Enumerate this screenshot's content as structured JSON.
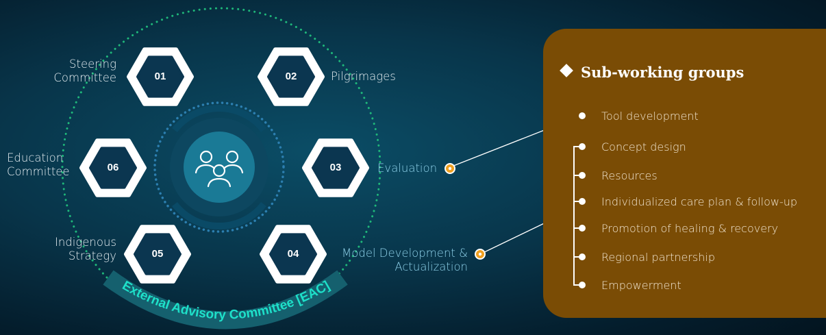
{
  "center_icon": "group-people-icon",
  "committees": [
    {
      "number": "01",
      "label": "Steering\nCommittee"
    },
    {
      "number": "02",
      "label": "Pilgrimages"
    },
    {
      "number": "03",
      "label": "Evaluation"
    },
    {
      "number": "04",
      "label": "Model Development &\nActualization"
    },
    {
      "number": "05",
      "label": "Indigenous\nStrategy"
    },
    {
      "number": "06",
      "label": "Education\nCommittee"
    }
  ],
  "external_committee": "External Advisory Committee [EAC]",
  "sub_working_groups": {
    "title": "Sub-working groups",
    "items": [
      "Tool development",
      "Concept design",
      "Resources",
      "Individualized care plan & follow-up",
      "Promotion of healing & recovery",
      "Regional partnership",
      "Empowerment"
    ]
  },
  "colors": {
    "hex_fill": "#0b3650",
    "hex_border": "#ffffff",
    "accent_orange": "#f0a020",
    "panel": "#7a4c05",
    "arc_band": "#15606e",
    "arc_text": "#1ee0c9",
    "dots_outer": "#1fb87a",
    "dots_inner": "#2c7fb0"
  }
}
